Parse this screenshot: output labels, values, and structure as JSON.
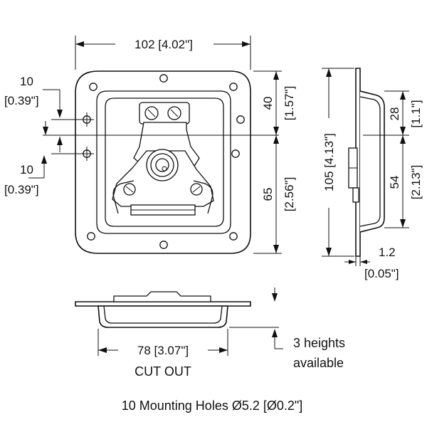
{
  "drawing": {
    "dims": {
      "width_top": "102 [4.02\"]",
      "hole_left_top_mm": "10",
      "hole_left_top_in": "[0.39\"]",
      "hole_left_bot_mm": "10",
      "hole_left_bot_in": "[0.39\"]",
      "right_upper_mm": "40",
      "right_upper_in": "[1.57\"]",
      "right_lower_mm": "65",
      "right_lower_in": "[2.56\"]",
      "side_total": "105 [4.13\"]",
      "side_upper_mm": "28",
      "side_upper_in": "[1.1\"]",
      "side_lower_mm": "54",
      "side_lower_in": "[2.13\"]",
      "thickness_mm": "1.2",
      "thickness_in": "[0.05\"]",
      "cutout_dim": "78 [3.07\"]",
      "cutout_label": "CUT OUT",
      "heights_line1": "3 heights",
      "heights_line2": "available"
    },
    "footer_note": "10 Mounting Holes Ø5.2 [Ø0.2\"]",
    "colors": {
      "line": "#111111",
      "background": "#ffffff"
    }
  }
}
